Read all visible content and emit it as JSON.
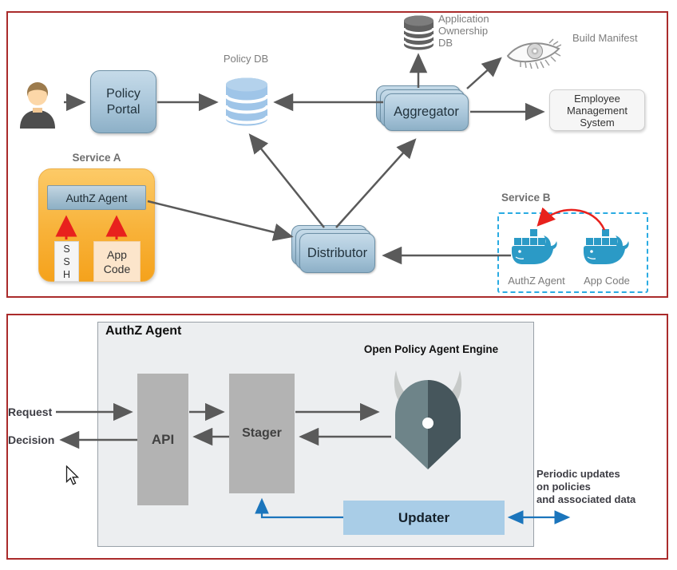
{
  "colors": {
    "frame_red": "#aa2b2b",
    "node_blue": "#a9c6da",
    "service_a_orange": "#f5a21c",
    "docker_blue": "#2b9ac6",
    "arrow_gray": "#5a5a5a",
    "arrow_red": "#e8211d",
    "arrow_blue": "#1b75bc",
    "dashed_blue": "#2aabe2",
    "updater_blue": "#a9cde7"
  },
  "top": {
    "policy_portal": "Policy\nPortal",
    "policy_db_label": "Policy DB",
    "aggregator": "Aggregator",
    "app_ownership_db_label": "Application\nOwnership\nDB",
    "build_manifest_label": "Build Manifest",
    "ems": "Employee\nManagement\nSystem",
    "distributor": "Distributor",
    "service_a": {
      "title": "Service A",
      "authz_agent": "AuthZ Agent",
      "ssh": "S\nS\nH",
      "app_code": "App\nCode"
    },
    "service_b": {
      "title": "Service B",
      "authz_agent_label": "AuthZ Agent",
      "app_code_label": "App Code"
    }
  },
  "bottom": {
    "panel_title": "AuthZ Agent",
    "opa_title": "Open Policy Agent Engine",
    "api": "API",
    "stager": "Stager",
    "updater": "Updater",
    "request": "Request",
    "decision": "Decision",
    "periodic_note": "Periodic updates\non policies\nand associated data"
  }
}
